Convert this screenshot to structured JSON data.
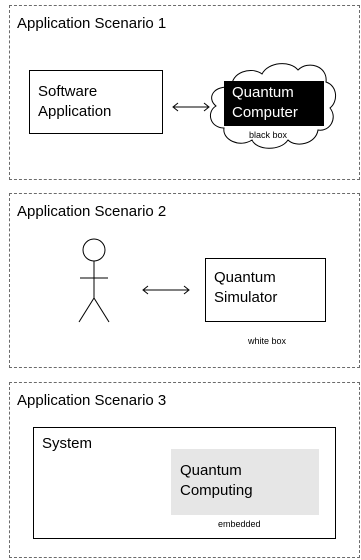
{
  "scenarios": [
    {
      "title": "Application Scenario 1",
      "app_box": [
        "Software",
        "Application"
      ],
      "quantum_box": [
        "Quantum",
        "Computer"
      ],
      "caption": "black box"
    },
    {
      "title": "Application Scenario 2",
      "simulator_box": [
        "Quantum",
        "Simulator"
      ],
      "caption": "white box"
    },
    {
      "title": "Application Scenario 3",
      "system_label": "System",
      "computing_box": [
        "Quantum",
        "Computing"
      ],
      "caption": "embedded"
    }
  ],
  "colors": {
    "border": "#6b6b6b",
    "black_box_fill": "#000000",
    "embedded_fill": "#e6e6e6"
  },
  "icons": [
    "cloud-icon",
    "stick-figure-icon",
    "double-arrow-icon"
  ]
}
